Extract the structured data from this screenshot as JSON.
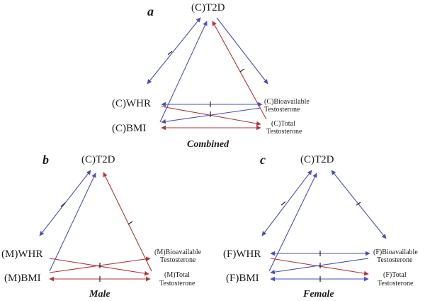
{
  "colors": {
    "causal": "#4a4fb8",
    "reverse": "#b0343a",
    "tick": "#222222"
  },
  "panels": [
    {
      "letter": "a",
      "caption": "Combined",
      "top": "(C)T2D",
      "whr": "(C)WHR",
      "bmi": "(C)BMI",
      "bioavailable_1": "(C)Bioavailable",
      "bioavailable_2": "Testosterone",
      "total_1": "(C)Total",
      "total_2": "Testosterone"
    },
    {
      "letter": "b",
      "caption": "Male",
      "top": "(C)T2D",
      "whr": "(M)WHR",
      "bmi": "(M)BMI",
      "bioavailable_1": "(M)Bioavailable",
      "bioavailable_2": "Testosterone",
      "total_1": "(M)Total",
      "total_2": "Testosterone"
    },
    {
      "letter": "c",
      "caption": "Female",
      "top": "(C)T2D",
      "whr": "(F)WHR",
      "bmi": "(F)BMI",
      "bioavailable_1": "(F)Bioavailable",
      "bioavailable_2": "Testosterone",
      "total_1": "(F)Total",
      "total_2": "Testosterone"
    }
  ]
}
